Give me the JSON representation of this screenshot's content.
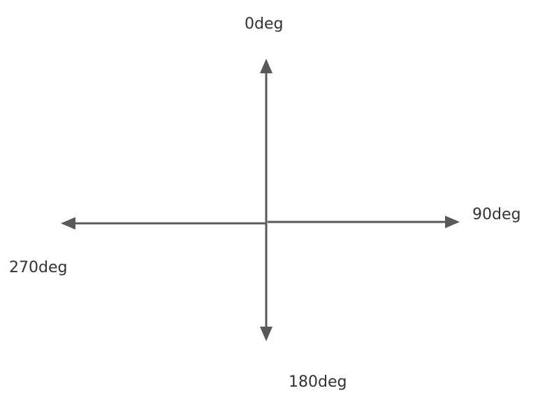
{
  "diagram": {
    "labels": {
      "up": "0deg",
      "right": "90deg",
      "down": "180deg",
      "left": "270deg"
    },
    "colors": {
      "line": "#595959",
      "text": "#333333",
      "background": "#ffffff"
    }
  }
}
